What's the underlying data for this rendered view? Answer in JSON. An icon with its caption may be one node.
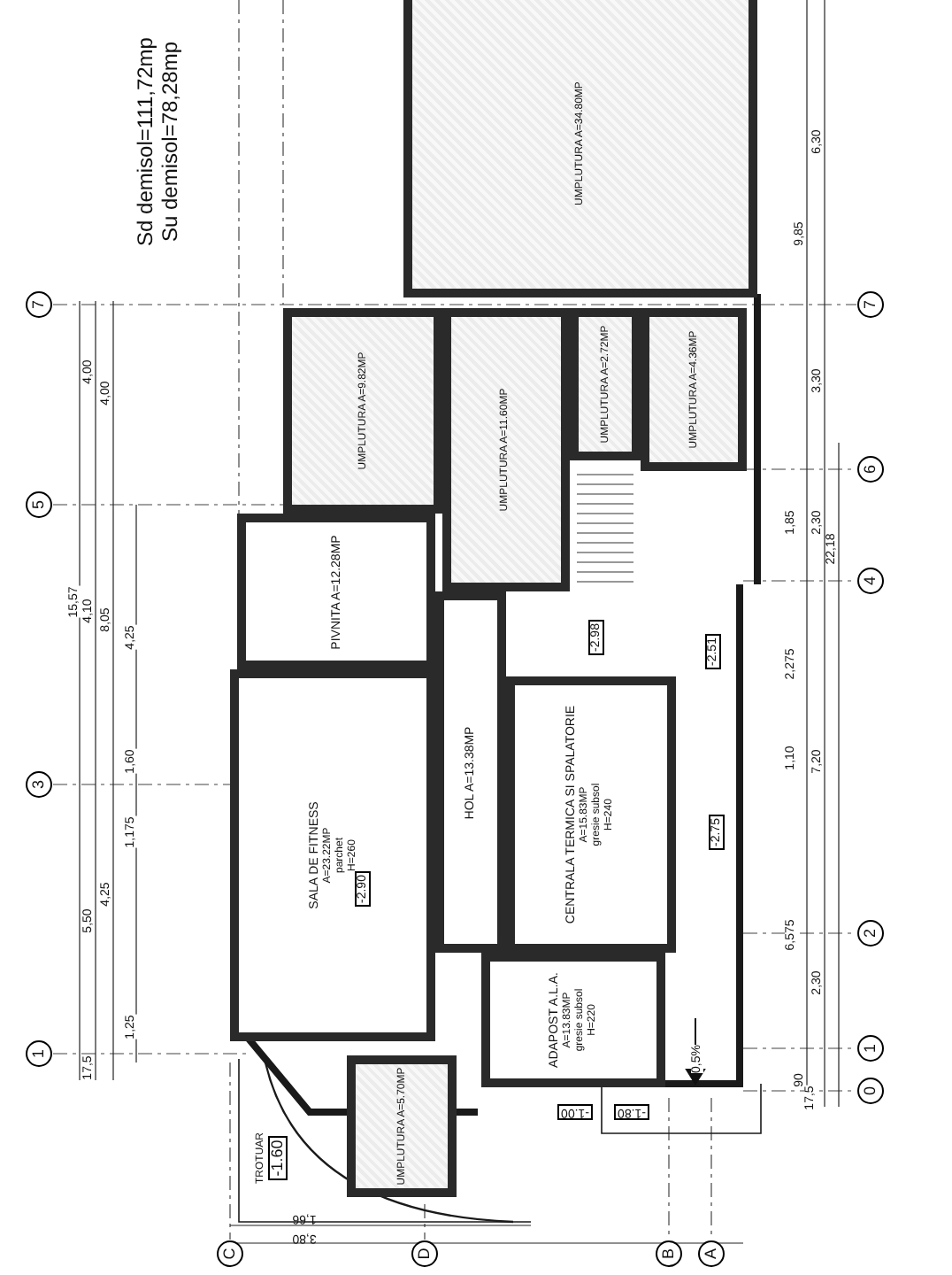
{
  "diagram": {
    "nodes": [
      {
        "text": [
          "UMPLUTURA A=34.80MP"
        ]
      },
      {
        "text": [
          "UMPLUTURA A=9.82MP"
        ]
      },
      {
        "text": [
          "UMPLUTURA A=11.60MP"
        ]
      },
      {
        "text": [
          "UMPLUTURA A=2.72MP"
        ]
      },
      {
        "text": [
          "UMPLUTURA A=4.36MP"
        ]
      },
      {
        "text": [
          "PIVNITA A=12.28MP"
        ]
      },
      {
        "text": [
          "HOL A=13.38MP"
        ]
      },
      {
        "text": [
          "CENTRALA TERMICA SI SPALATORIE",
          "A=15.83MP",
          "gresie subsol",
          "H=240"
        ]
      },
      {
        "text": [
          "SALA DE FITNESS",
          "A=23.22MP",
          "parchet",
          "H=260"
        ]
      },
      {
        "text": [
          "ADAPOST A.L.A.",
          "A=13.83MP",
          "gresie subsol",
          "H=220"
        ]
      },
      {
        "text": [
          "UMPLUTURA A=5.70MP"
        ]
      },
      {
        "text": [
          "TROTUAR",
          "-1.60"
        ]
      }
    ],
    "labels": [
      "Sd demisol=111,72mp",
      "Su demisol=78,28mp",
      "7",
      "5",
      "3",
      "1",
      "7",
      "6",
      "4",
      "2",
      "1",
      "0",
      "C",
      "D",
      "B",
      "A",
      "15,57",
      "4,00",
      "4,10",
      "5,50",
      "17,5",
      "4,00",
      "8,05",
      "4,25",
      "4,25",
      "1,60",
      "1,175",
      "1,25",
      "6,30",
      "9,85",
      "3,30",
      "1,85",
      "2,275",
      "1,10",
      "6,575",
      "90",
      "2,30",
      "22,18",
      "7,20",
      "2,30",
      "17,5",
      "1,66",
      "3,80",
      "-2.98",
      "-2.51",
      "-2.75",
      "-2.90",
      "-1.00",
      "-1.80",
      "0,5%"
    ]
  }
}
